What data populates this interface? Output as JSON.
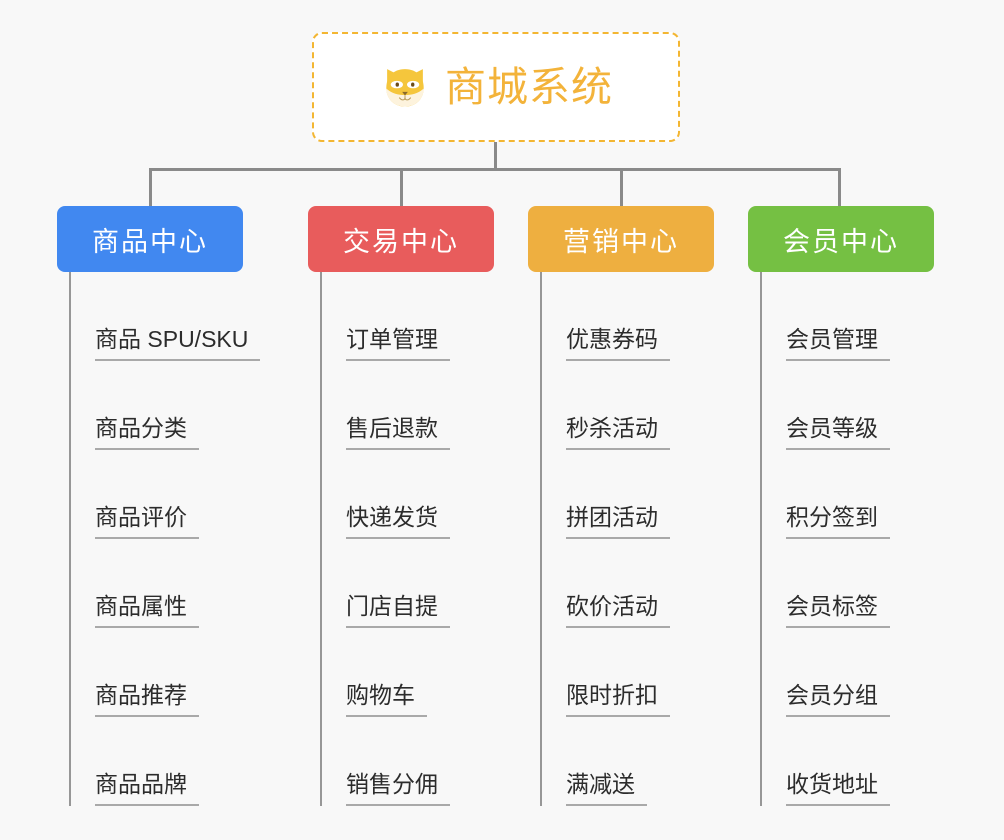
{
  "root": {
    "title": "商城系统",
    "icon": "shiba-dog-face-icon",
    "border_color": "#f3b632",
    "text_color": "#f3b33a",
    "background": "#ffffff"
  },
  "canvas": {
    "background": "#f8f8f8",
    "connector_color": "#8a8a8a",
    "spine_color": "#979797",
    "underline_color": "#a9a9a9",
    "leaf_text_color": "#2c2c2c"
  },
  "columns": [
    {
      "id": "product-center",
      "label": "商品中心",
      "color": "#4188f0",
      "items": [
        "商品 SPU/SKU",
        "商品分类",
        "商品评价",
        "商品属性",
        "商品推荐",
        "商品品牌"
      ]
    },
    {
      "id": "trade-center",
      "label": "交易中心",
      "color": "#e85c5c",
      "items": [
        "订单管理",
        "售后退款",
        "快递发货",
        "门店自提",
        "购物车",
        "销售分佣"
      ]
    },
    {
      "id": "marketing-center",
      "label": "营销中心",
      "color": "#eeaf40",
      "items": [
        "优惠券码",
        "秒杀活动",
        "拼团活动",
        "砍价活动",
        "限时折扣",
        "满减送"
      ]
    },
    {
      "id": "member-center",
      "label": "会员中心",
      "color": "#75c043",
      "items": [
        "会员管理",
        "会员等级",
        "积分签到",
        "会员标签",
        "会员分组",
        "收货地址"
      ]
    }
  ]
}
